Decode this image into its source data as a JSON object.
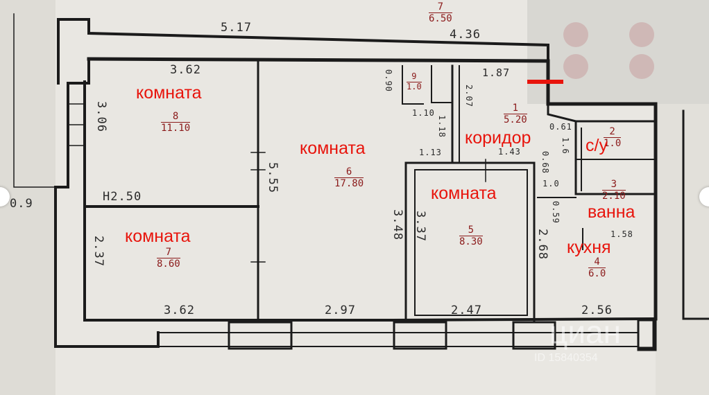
{
  "colors": {
    "wall": "#1b1b1b",
    "label": "#e8140c",
    "area": "#8b1a1a",
    "paper": "#e9e7e2"
  },
  "labels": {
    "room8": "комната",
    "room6": "комната",
    "room7": "комната",
    "room5": "комната",
    "corridor": "коридор",
    "wc": "с/у",
    "bath": "ванна",
    "kitchen": "кухня"
  },
  "rooms": {
    "r8": {
      "num": "8",
      "area": "11.10"
    },
    "r6": {
      "num": "6",
      "area": "17.80"
    },
    "r7": {
      "num": "7",
      "area": "8.60"
    },
    "r5": {
      "num": "5",
      "area": "8.30"
    },
    "r1": {
      "num": "1",
      "area": "5.20"
    },
    "r2": {
      "num": "2",
      "area": "1.0"
    },
    "r3": {
      "num": "3",
      "area": "2.10"
    },
    "r4": {
      "num": "4",
      "area": "6.0"
    },
    "r9": {
      "num": "9",
      "area": "1.0"
    },
    "top": {
      "num": "7",
      "area": "6.50"
    }
  },
  "dims": {
    "d517": "5.17",
    "d436": "4.36",
    "d362_top": "3.62",
    "d306": "3.06",
    "d250": "H2.50",
    "d555": "5.55",
    "d237": "2.37",
    "d362_bot": "3.62",
    "d297": "2.97",
    "d247": "2.47",
    "d256": "2.56",
    "d348": "3.48",
    "d337": "3.37",
    "d268": "2.68",
    "d187": "1.87",
    "d090": "0.90",
    "d207": "2.07",
    "d110": "1.10",
    "d118": "1.18",
    "d113": "1.13",
    "d143": "1.43",
    "d061": "0.61",
    "d068": "0.68",
    "d059": "0.59",
    "d158": "1.58",
    "d10": "1.0",
    "d16": "1.6",
    "d09": "0.9"
  },
  "watermark": {
    "brand": "циан",
    "id": "ID 15840354"
  }
}
